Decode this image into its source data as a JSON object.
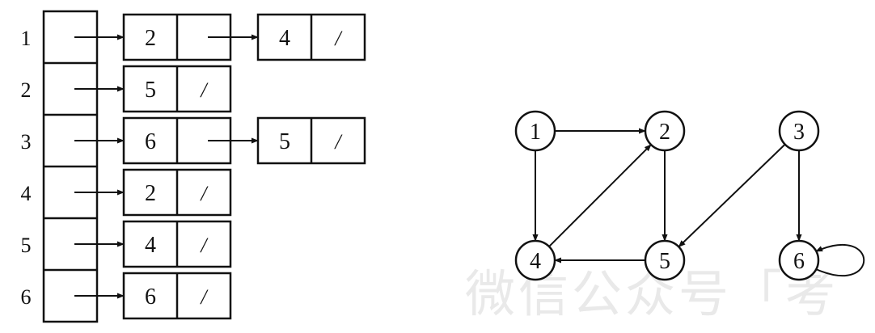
{
  "adjacency_list": {
    "rows": [
      {
        "vertex": "1",
        "entries": [
          {
            "value": "2"
          },
          {
            "value": "4",
            "terminal": "/"
          }
        ]
      },
      {
        "vertex": "2",
        "entries": [
          {
            "value": "5",
            "terminal": "/"
          }
        ]
      },
      {
        "vertex": "3",
        "entries": [
          {
            "value": "6"
          },
          {
            "value": "5",
            "terminal": "/"
          }
        ]
      },
      {
        "vertex": "4",
        "entries": [
          {
            "value": "2",
            "terminal": "/"
          }
        ]
      },
      {
        "vertex": "5",
        "entries": [
          {
            "value": "4",
            "terminal": "/"
          }
        ]
      },
      {
        "vertex": "6",
        "entries": [
          {
            "value": "6",
            "terminal": "/"
          }
        ]
      }
    ]
  },
  "graph": {
    "nodes": [
      {
        "id": "1",
        "label": "1"
      },
      {
        "id": "2",
        "label": "2"
      },
      {
        "id": "3",
        "label": "3"
      },
      {
        "id": "4",
        "label": "4"
      },
      {
        "id": "5",
        "label": "5"
      },
      {
        "id": "6",
        "label": "6"
      }
    ],
    "edges": [
      {
        "from": "1",
        "to": "2"
      },
      {
        "from": "1",
        "to": "4"
      },
      {
        "from": "2",
        "to": "5"
      },
      {
        "from": "3",
        "to": "5"
      },
      {
        "from": "3",
        "to": "6"
      },
      {
        "from": "4",
        "to": "2"
      },
      {
        "from": "5",
        "to": "4"
      },
      {
        "from": "6",
        "to": "6"
      }
    ]
  },
  "watermark": "微信公众号「考"
}
